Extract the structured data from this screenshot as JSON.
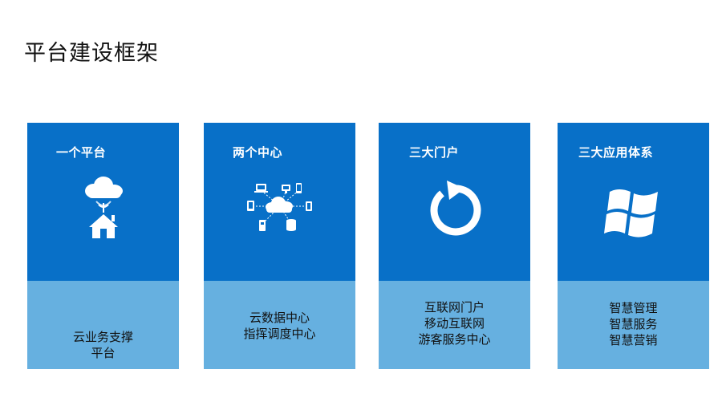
{
  "page": {
    "title": "平台建设框架"
  },
  "colors": {
    "card_top": "#0870c8",
    "card_bottom": "#66b0e0",
    "icon": "#ffffff"
  },
  "cards": [
    {
      "title": "一个平台",
      "icon": "cloud-home-icon",
      "lines": [
        "云业务支撑",
        "平台"
      ]
    },
    {
      "title": "两个中心",
      "icon": "cloud-network-icon",
      "lines": [
        "云数据中心",
        "指挥调度中心"
      ]
    },
    {
      "title": "三大门户",
      "icon": "refresh-icon",
      "lines": [
        "互联网门户",
        "移动互联网",
        "游客服务中心"
      ]
    },
    {
      "title": "三大应用体系",
      "icon": "windows-icon",
      "lines": [
        "智慧管理",
        "智慧服务",
        "智慧营销"
      ]
    }
  ]
}
